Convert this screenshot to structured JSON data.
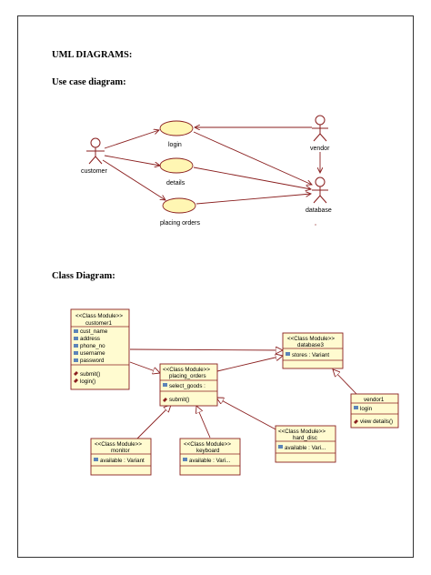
{
  "headings": {
    "title": "UML DIAGRAMS:",
    "use_case": "Use case diagram:",
    "class_diagram": "Class Diagram:"
  },
  "use_case": {
    "actors": {
      "customer": "customer",
      "vendor": "vendor",
      "database": "database"
    },
    "cases": {
      "login": "login",
      "details": "details",
      "placing_orders": "placing orders"
    }
  },
  "classes": {
    "customer1": {
      "stereotype": "<<Class Module>>",
      "name": "customer1",
      "attrs": [
        "cust_name",
        "address",
        "phone_no",
        "username",
        "password"
      ],
      "methods": [
        "submit()",
        "login()"
      ]
    },
    "database3": {
      "stereotype": "<<Class Module>>",
      "name": "database3",
      "attrs": [
        "stores : Variant"
      ]
    },
    "placing_orders": {
      "stereotype": "<<Class Module>>",
      "name": "placing_orders",
      "attrs": [
        "select_goods :"
      ],
      "methods": [
        "submit()"
      ]
    },
    "vendor1": {
      "name": "vendor1",
      "attrs": [
        "login"
      ],
      "methods": [
        "view details()"
      ]
    },
    "hard_disc": {
      "stereotype": "<<Class Module>>",
      "name": "hard_disc",
      "attrs": [
        "available : Vari..."
      ]
    },
    "monitor": {
      "stereotype": "<<Class Module>>",
      "name": "monitor",
      "attrs": [
        "available : Variant"
      ]
    },
    "keyboard": {
      "stereotype": "<<Class Module>>",
      "name": "keyboard",
      "attrs": [
        "available : Vari..."
      ]
    }
  }
}
